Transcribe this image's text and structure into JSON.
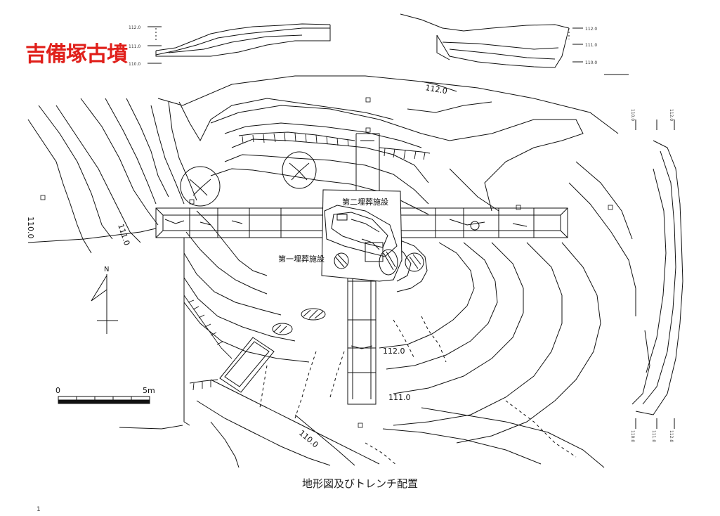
{
  "title": {
    "text": "吉備塚古墳",
    "color": "#e0201b"
  },
  "features": {
    "burial_2": "第二埋葬施設",
    "burial_1": "第一埋葬施設"
  },
  "contours": {
    "top": "112.0",
    "west_111": "111.0",
    "west_110": "110.0",
    "south_112": "112.0",
    "south_111": "111.0",
    "south_110": "110.0"
  },
  "profile_top_left": {
    "a": "112.0",
    "b": "111.0",
    "c": "110.0"
  },
  "profile_top_right": {
    "a": "112.0",
    "b": "111.0",
    "c": "110.0"
  },
  "profile_right_top": {
    "a": "110.0",
    "b": "112.0"
  },
  "profile_right_bottom": {
    "a": "110.0",
    "b": "111.0",
    "c": "112.0"
  },
  "north_label": "N",
  "scale": {
    "start": "0",
    "end": "5m"
  },
  "caption": "地形図及びトレンチ配置",
  "page_mark": "1"
}
